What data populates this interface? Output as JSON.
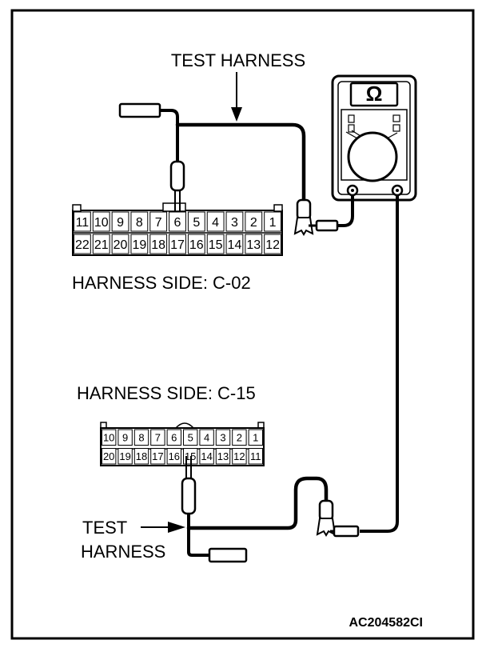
{
  "labels": {
    "test_harness_top": "TEST HARNESS",
    "harness_side_c02": "HARNESS SIDE: C-02",
    "harness_side_c15": "HARNESS SIDE: C-15",
    "test_harness_bottom_line1": "TEST",
    "test_harness_bottom_line2": "HARNESS",
    "figure_id": "AC204582CI",
    "meter_symbol": "Ω"
  },
  "connector_c02": {
    "top_row": [
      "11",
      "10",
      "9",
      "8",
      "7",
      "6",
      "5",
      "4",
      "3",
      "2",
      "1"
    ],
    "bottom_row": [
      "22",
      "21",
      "20",
      "19",
      "18",
      "17",
      "16",
      "15",
      "14",
      "13",
      "12"
    ],
    "probed_pin": "6"
  },
  "connector_c15": {
    "top_row": [
      "10",
      "9",
      "8",
      "7",
      "6",
      "5",
      "4",
      "3",
      "2",
      "1"
    ],
    "bottom_row": [
      "20",
      "19",
      "18",
      "17",
      "16",
      "15",
      "14",
      "13",
      "12",
      "11"
    ],
    "probed_pin": "15"
  }
}
